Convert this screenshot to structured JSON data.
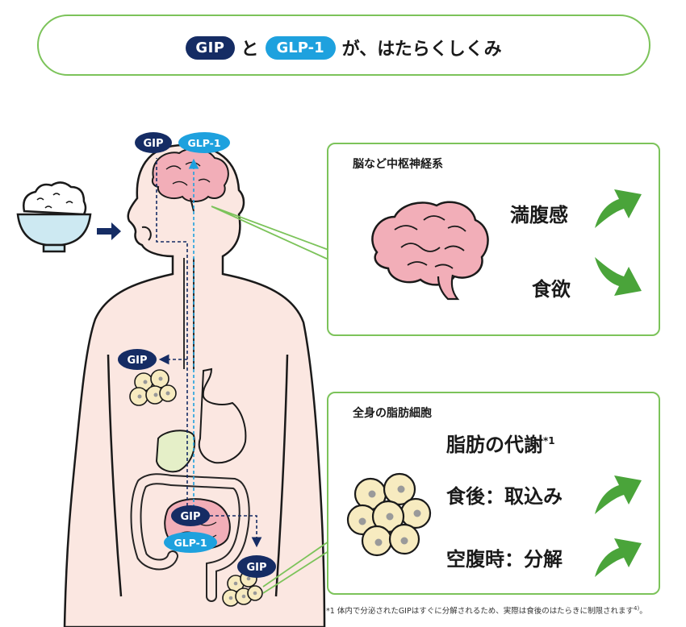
{
  "title": {
    "gip": "GIP",
    "connector": "と",
    "glp1": "GLP-1",
    "text": "が、はたらくしくみ"
  },
  "body_labels": {
    "brain_gip": "GIP",
    "brain_glp1": "GLP-1",
    "liver_gip": "GIP",
    "gut_gip": "GIP",
    "gut_glp1": "GLP-1",
    "fat_gip": "GIP"
  },
  "brain_panel": {
    "heading": "脳など中枢神経系",
    "effects": [
      {
        "label": "満腹感",
        "direction": "up"
      },
      {
        "label": "食欲",
        "direction": "down"
      }
    ]
  },
  "fat_panel": {
    "heading": "全身の脂肪細胞",
    "metabolism": "脂肪の代謝",
    "metabolism_note": "*1",
    "effects": [
      {
        "label": "食後：取込み",
        "direction": "up"
      },
      {
        "label": "空腹時：分解",
        "direction": "up"
      }
    ]
  },
  "footnote": "*1 体内で分泌されたGIPはすぐに分解されるため、実際は食後のはたらきに制限されます",
  "footnote_ref": "4)",
  "colors": {
    "gip_navy": "#152c64",
    "glp1_blue": "#1ea1de",
    "frame_green": "#7cc35a",
    "arrow_green": "#4aa43a",
    "body_skin": "#fbe7e1",
    "brain_pink": "#f2aeb8",
    "fat_cream": "#f7ebc0"
  }
}
